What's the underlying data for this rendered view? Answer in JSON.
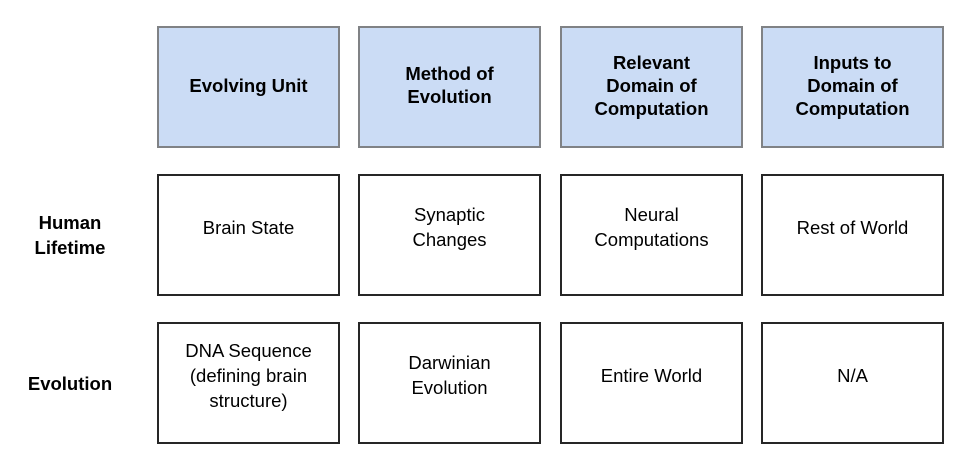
{
  "figure": {
    "background_color": "#ffffff",
    "header_fill_color": "#cbdcf5",
    "header_border_color": "#808285",
    "body_border_color": "#262626",
    "text_color": "#000000"
  },
  "table": {
    "columns": [
      {
        "id": "evolving-unit",
        "header": "Evolving Unit"
      },
      {
        "id": "method-of-evolution",
        "header": "Method of\nEvolution"
      },
      {
        "id": "relevant-domain-of-computation",
        "header": "Relevant\nDomain of\nComputation"
      },
      {
        "id": "inputs-to-domain-of-computation",
        "header": "Inputs to\nDomain of\nComputation"
      }
    ],
    "rows": [
      {
        "id": "human-lifetime",
        "label": "Human\nLifetime",
        "cells": [
          "Brain State",
          "Synaptic\nChanges",
          "Neural\nComputations",
          "Rest of World"
        ]
      },
      {
        "id": "evolution",
        "label": "Evolution",
        "cells": [
          "DNA Sequence\n(defining brain\nstructure)",
          "Darwinian\nEvolution",
          "Entire World",
          "N/A"
        ]
      }
    ]
  }
}
